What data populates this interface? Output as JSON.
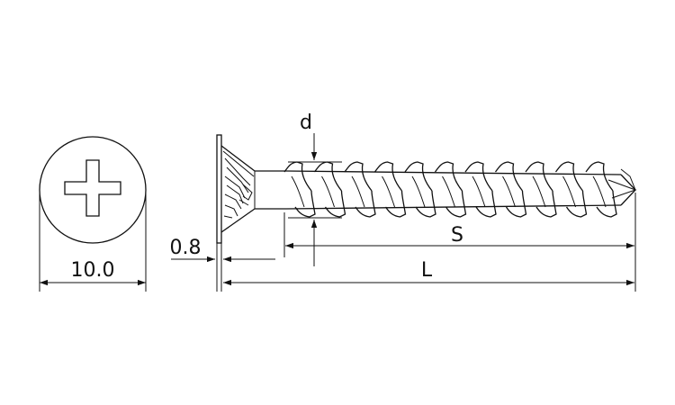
{
  "diagram": {
    "colors": {
      "line": "#111111",
      "background": "#ffffff"
    },
    "labels": {
      "head_diameter": "10.0",
      "head_thickness": "0.8",
      "thread_diameter": "d",
      "thread_length": "S",
      "total_length": "L"
    }
  }
}
